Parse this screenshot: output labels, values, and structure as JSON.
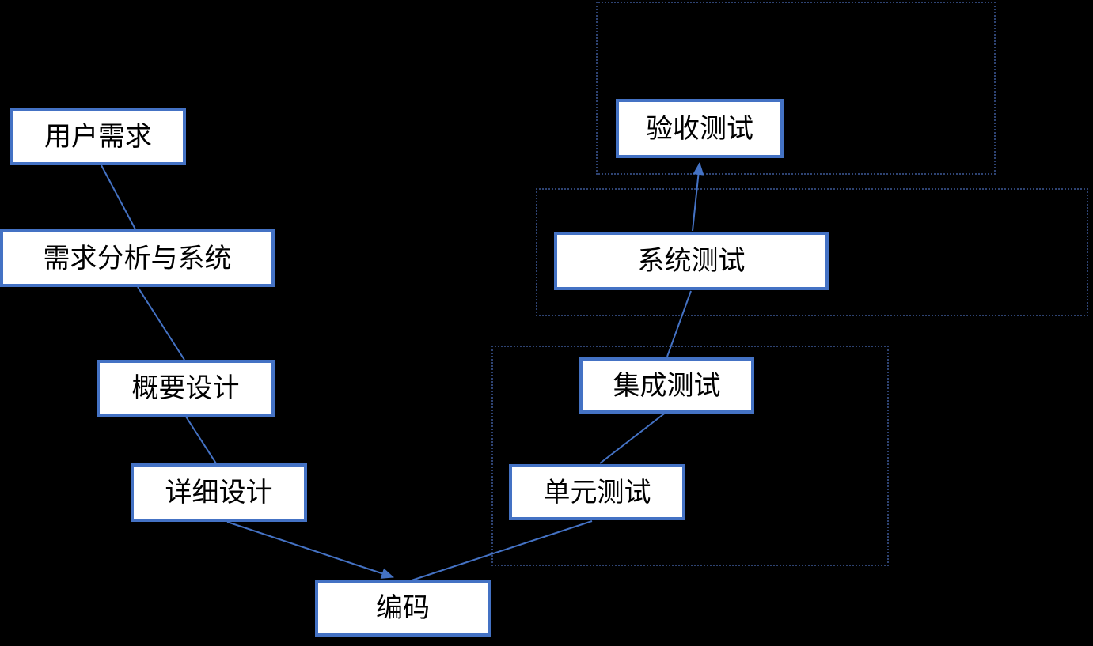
{
  "diagram": {
    "type": "v-model-flowchart",
    "colors": {
      "background": "#000000",
      "node-fill": "#ffffff",
      "node-border": "#4472c4",
      "node-text": "#000000",
      "connector": "#4472c4",
      "group-outline": "#2e4372"
    },
    "nodes": [
      {
        "id": "user-requirements",
        "label": "用户需求"
      },
      {
        "id": "requirements-analysis",
        "label": "需求分析与系统"
      },
      {
        "id": "high-level-design",
        "label": "概要设计"
      },
      {
        "id": "detailed-design",
        "label": "详细设计"
      },
      {
        "id": "coding",
        "label": "编码"
      },
      {
        "id": "unit-test",
        "label": "单元测试"
      },
      {
        "id": "integration-test",
        "label": "集成测试"
      },
      {
        "id": "system-test",
        "label": "系统测试"
      },
      {
        "id": "acceptance-test",
        "label": "验收测试"
      }
    ],
    "groups": [
      {
        "id": "acceptance-test-group",
        "contains": [
          "acceptance-test"
        ]
      },
      {
        "id": "system-test-group",
        "contains": [
          "system-test"
        ]
      },
      {
        "id": "integration-unit-group",
        "contains": [
          "integration-test",
          "unit-test"
        ]
      }
    ],
    "connectors": [
      {
        "from": "user-requirements",
        "to": "requirements-analysis",
        "arrowhead": false
      },
      {
        "from": "requirements-analysis",
        "to": "high-level-design",
        "arrowhead": false
      },
      {
        "from": "high-level-design",
        "to": "detailed-design",
        "arrowhead": false
      },
      {
        "from": "detailed-design",
        "to": "coding",
        "arrowhead": true
      },
      {
        "from": "coding",
        "to": "unit-test",
        "arrowhead": false
      },
      {
        "from": "unit-test",
        "to": "integration-test",
        "arrowhead": false
      },
      {
        "from": "integration-test",
        "to": "system-test",
        "arrowhead": false
      },
      {
        "from": "system-test",
        "to": "acceptance-test",
        "arrowhead": true
      }
    ]
  }
}
